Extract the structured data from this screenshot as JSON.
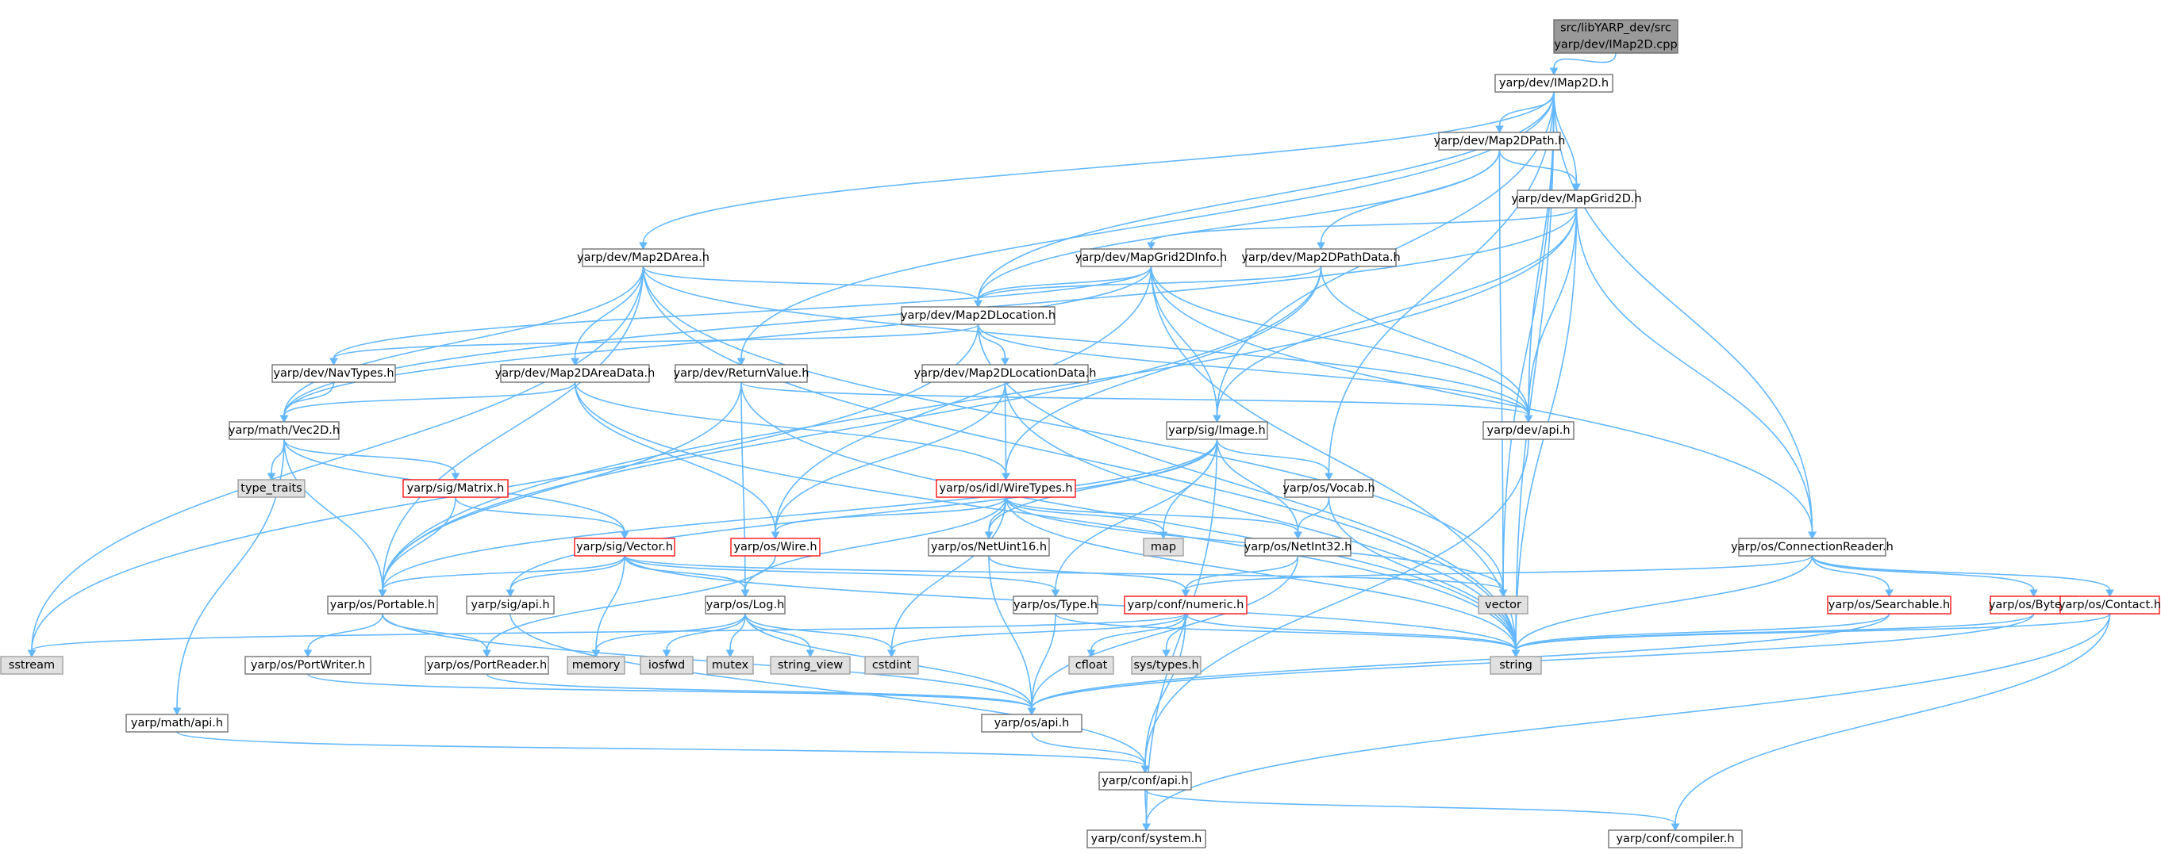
{
  "colors": {
    "edge": "#63b8ff",
    "normal_border": "#666666",
    "normal_fill": "#ffffff",
    "truncated_border": "#ff0000",
    "external_fill": "#e0e0e0",
    "external_border": "#999999",
    "root_fill": "#999999",
    "root_border": "#666666"
  },
  "nodes": [
    {
      "id": "root",
      "lines": [
        "src/libYARP_dev/src",
        "yarp/dev/IMap2D.cpp"
      ],
      "kind": "root"
    },
    {
      "id": "imap2d",
      "lines": [
        "yarp/dev/IMap2D.h"
      ],
      "kind": "normal"
    },
    {
      "id": "map2dpath",
      "lines": [
        "yarp/dev/Map2DPath.h"
      ],
      "kind": "normal"
    },
    {
      "id": "mapgrid2d",
      "lines": [
        "yarp/dev/MapGrid2D.h"
      ],
      "kind": "normal"
    },
    {
      "id": "map2darea",
      "lines": [
        "yarp/dev/Map2DArea.h"
      ],
      "kind": "normal"
    },
    {
      "id": "mapgrid2dinfo",
      "lines": [
        "yarp/dev/MapGrid2DInfo.h"
      ],
      "kind": "normal"
    },
    {
      "id": "map2dpathdata",
      "lines": [
        "yarp/dev/Map2DPathData.h"
      ],
      "kind": "normal"
    },
    {
      "id": "map2dlocation",
      "lines": [
        "yarp/dev/Map2DLocation.h"
      ],
      "kind": "normal"
    },
    {
      "id": "navtypes",
      "lines": [
        "yarp/dev/NavTypes.h"
      ],
      "kind": "normal"
    },
    {
      "id": "map2dareadata",
      "lines": [
        "yarp/dev/Map2DAreaData.h"
      ],
      "kind": "normal"
    },
    {
      "id": "returnvalue",
      "lines": [
        "yarp/dev/ReturnValue.h"
      ],
      "kind": "normal"
    },
    {
      "id": "map2dlocationdata",
      "lines": [
        "yarp/dev/Map2DLocationData.h"
      ],
      "kind": "normal"
    },
    {
      "id": "devapi",
      "lines": [
        "yarp/dev/api.h"
      ],
      "kind": "normal"
    },
    {
      "id": "vec2d",
      "lines": [
        "yarp/math/Vec2D.h"
      ],
      "kind": "normal"
    },
    {
      "id": "typetraits",
      "lines": [
        "type_traits"
      ],
      "kind": "external"
    },
    {
      "id": "matrix",
      "lines": [
        "yarp/sig/Matrix.h"
      ],
      "kind": "truncated"
    },
    {
      "id": "image",
      "lines": [
        "yarp/sig/Image.h"
      ],
      "kind": "normal"
    },
    {
      "id": "wiretypes",
      "lines": [
        "yarp/os/idl/WireTypes.h"
      ],
      "kind": "truncated"
    },
    {
      "id": "vocab",
      "lines": [
        "yarp/os/Vocab.h"
      ],
      "kind": "normal"
    },
    {
      "id": "connectionreader",
      "lines": [
        "yarp/os/ConnectionReader.h"
      ],
      "kind": "normal"
    },
    {
      "id": "map",
      "lines": [
        "map"
      ],
      "kind": "external"
    },
    {
      "id": "wire",
      "lines": [
        "yarp/os/Wire.h"
      ],
      "kind": "truncated"
    },
    {
      "id": "netuint16",
      "lines": [
        "yarp/os/NetUint16.h"
      ],
      "kind": "normal"
    },
    {
      "id": "netint32",
      "lines": [
        "yarp/os/NetInt32.h"
      ],
      "kind": "normal"
    },
    {
      "id": "vector",
      "lines": [
        "vector"
      ],
      "kind": "external"
    },
    {
      "id": "sigvector",
      "lines": [
        "yarp/sig/Vector.h"
      ],
      "kind": "truncated"
    },
    {
      "id": "portable",
      "lines": [
        "yarp/os/Portable.h"
      ],
      "kind": "normal"
    },
    {
      "id": "sigapi",
      "lines": [
        "yarp/sig/api.h"
      ],
      "kind": "normal"
    },
    {
      "id": "log",
      "lines": [
        "yarp/os/Log.h"
      ],
      "kind": "normal"
    },
    {
      "id": "type",
      "lines": [
        "yarp/os/Type.h"
      ],
      "kind": "normal"
    },
    {
      "id": "numeric",
      "lines": [
        "yarp/conf/numeric.h"
      ],
      "kind": "truncated"
    },
    {
      "id": "searchable",
      "lines": [
        "yarp/os/Searchable.h"
      ],
      "kind": "truncated"
    },
    {
      "id": "bytes",
      "lines": [
        "yarp/os/Bytes.h"
      ],
      "kind": "truncated"
    },
    {
      "id": "contact",
      "lines": [
        "yarp/os/Contact.h"
      ],
      "kind": "truncated"
    },
    {
      "id": "sstream",
      "lines": [
        "sstream"
      ],
      "kind": "external"
    },
    {
      "id": "portwriter",
      "lines": [
        "yarp/os/PortWriter.h"
      ],
      "kind": "normal"
    },
    {
      "id": "portreader",
      "lines": [
        "yarp/os/PortReader.h"
      ],
      "kind": "normal"
    },
    {
      "id": "memory",
      "lines": [
        "memory"
      ],
      "kind": "external"
    },
    {
      "id": "iosfwd",
      "lines": [
        "iosfwd"
      ],
      "kind": "external"
    },
    {
      "id": "mutex",
      "lines": [
        "mutex"
      ],
      "kind": "external"
    },
    {
      "id": "stringview",
      "lines": [
        "string_view"
      ],
      "kind": "external"
    },
    {
      "id": "cstdint",
      "lines": [
        "cstdint"
      ],
      "kind": "external"
    },
    {
      "id": "cfloat",
      "lines": [
        "cfloat"
      ],
      "kind": "external"
    },
    {
      "id": "systypes",
      "lines": [
        "sys/types.h"
      ],
      "kind": "external"
    },
    {
      "id": "string",
      "lines": [
        "string"
      ],
      "kind": "external"
    },
    {
      "id": "mathapi",
      "lines": [
        "yarp/math/api.h"
      ],
      "kind": "normal"
    },
    {
      "id": "osapi",
      "lines": [
        "yarp/os/api.h"
      ],
      "kind": "normal"
    },
    {
      "id": "confapi",
      "lines": [
        "yarp/conf/api.h"
      ],
      "kind": "normal"
    },
    {
      "id": "system",
      "lines": [
        "yarp/conf/system.h"
      ],
      "kind": "normal"
    },
    {
      "id": "compiler",
      "lines": [
        "yarp/conf/compiler.h"
      ],
      "kind": "normal"
    }
  ],
  "edges": [
    [
      "root",
      "imap2d"
    ],
    [
      "imap2d",
      "map2dpath"
    ],
    [
      "imap2d",
      "mapgrid2d"
    ],
    [
      "imap2d",
      "map2darea"
    ],
    [
      "imap2d",
      "map2dlocation"
    ],
    [
      "imap2d",
      "returnvalue"
    ],
    [
      "imap2d",
      "image"
    ],
    [
      "imap2d",
      "devapi"
    ],
    [
      "imap2d",
      "vocab"
    ],
    [
      "imap2d",
      "connectionreader"
    ],
    [
      "imap2d",
      "vector"
    ],
    [
      "imap2d",
      "string"
    ],
    [
      "map2dpath",
      "mapgrid2d"
    ],
    [
      "map2dpath",
      "map2dpathdata"
    ],
    [
      "map2dpath",
      "map2dlocation"
    ],
    [
      "map2dpath",
      "vector"
    ],
    [
      "mapgrid2d",
      "mapgrid2dinfo"
    ],
    [
      "mapgrid2d",
      "image"
    ],
    [
      "mapgrid2d",
      "devapi"
    ],
    [
      "mapgrid2d",
      "connectionreader"
    ],
    [
      "mapgrid2d",
      "string"
    ],
    [
      "mapgrid2d",
      "portable"
    ],
    [
      "mapgrid2d",
      "vec2d"
    ],
    [
      "map2darea",
      "map2dlocation"
    ],
    [
      "map2darea",
      "map2dareadata"
    ],
    [
      "map2darea",
      "devapi"
    ],
    [
      "map2darea",
      "vec2d"
    ],
    [
      "map2darea",
      "vector"
    ],
    [
      "map2darea",
      "string"
    ],
    [
      "map2darea",
      "sstream"
    ],
    [
      "map2darea",
      "portable"
    ],
    [
      "mapgrid2dinfo",
      "map2dlocation"
    ],
    [
      "mapgrid2dinfo",
      "image"
    ],
    [
      "mapgrid2dinfo",
      "devapi"
    ],
    [
      "mapgrid2dinfo",
      "navtypes"
    ],
    [
      "mapgrid2dinfo",
      "wire"
    ],
    [
      "mapgrid2dinfo",
      "string"
    ],
    [
      "mapgrid2dinfo",
      "connectionreader"
    ],
    [
      "mapgrid2dinfo",
      "vec2d"
    ],
    [
      "map2dpathdata",
      "map2dlocation"
    ],
    [
      "map2dpathdata",
      "wiretypes"
    ],
    [
      "map2dpathdata",
      "devapi"
    ],
    [
      "map2dpathdata",
      "portable"
    ],
    [
      "map2dlocation",
      "map2dlocationdata"
    ],
    [
      "map2dlocation",
      "navtypes"
    ],
    [
      "map2dlocation",
      "devapi"
    ],
    [
      "map2dlocation",
      "string"
    ],
    [
      "map2dlocation",
      "sstream"
    ],
    [
      "navtypes",
      "vec2d"
    ],
    [
      "map2dareadata",
      "vec2d"
    ],
    [
      "map2dareadata",
      "wiretypes"
    ],
    [
      "map2dareadata",
      "wire"
    ],
    [
      "map2dareadata",
      "string"
    ],
    [
      "returnvalue",
      "devapi"
    ],
    [
      "returnvalue",
      "log"
    ],
    [
      "returnvalue",
      "portable"
    ],
    [
      "returnvalue",
      "string"
    ],
    [
      "map2dlocationdata",
      "wiretypes"
    ],
    [
      "map2dlocationdata",
      "wire"
    ],
    [
      "map2dlocationdata",
      "string"
    ],
    [
      "devapi",
      "confapi"
    ],
    [
      "vec2d",
      "typetraits"
    ],
    [
      "vec2d",
      "matrix"
    ],
    [
      "vec2d",
      "sigvector"
    ],
    [
      "vec2d",
      "portable"
    ],
    [
      "vec2d",
      "mathapi"
    ],
    [
      "matrix",
      "sigvector"
    ],
    [
      "matrix",
      "portable"
    ],
    [
      "image",
      "vocab"
    ],
    [
      "image",
      "netint32"
    ],
    [
      "image",
      "netuint16"
    ],
    [
      "image",
      "map"
    ],
    [
      "image",
      "portable"
    ],
    [
      "image",
      "sigapi"
    ],
    [
      "image",
      "type"
    ],
    [
      "image",
      "system"
    ],
    [
      "wiretypes",
      "wire"
    ],
    [
      "wiretypes",
      "netuint16"
    ],
    [
      "wiretypes",
      "netint32"
    ],
    [
      "wiretypes",
      "log"
    ],
    [
      "wiretypes",
      "vector"
    ],
    [
      "wiretypes",
      "string"
    ],
    [
      "wiretypes",
      "cstdint"
    ],
    [
      "wiretypes",
      "map"
    ],
    [
      "vocab",
      "netint32"
    ],
    [
      "vocab",
      "string"
    ],
    [
      "connectionreader",
      "searchable"
    ],
    [
      "connectionreader",
      "bytes"
    ],
    [
      "connectionreader",
      "contact"
    ],
    [
      "connectionreader",
      "numeric"
    ],
    [
      "connectionreader",
      "string"
    ],
    [
      "wire",
      "portreader"
    ],
    [
      "netuint16",
      "osapi"
    ],
    [
      "netuint16",
      "numeric"
    ],
    [
      "netint32",
      "osapi"
    ],
    [
      "netint32",
      "numeric"
    ],
    [
      "sigvector",
      "portable"
    ],
    [
      "sigvector",
      "log"
    ],
    [
      "sigvector",
      "sigapi"
    ],
    [
      "sigvector",
      "type"
    ],
    [
      "sigvector",
      "memory"
    ],
    [
      "sigvector",
      "vector"
    ],
    [
      "sigvector",
      "string"
    ],
    [
      "portable",
      "portwriter"
    ],
    [
      "portable",
      "portreader"
    ],
    [
      "portable",
      "osapi"
    ],
    [
      "sigapi",
      "confapi"
    ],
    [
      "log",
      "memory"
    ],
    [
      "log",
      "iosfwd"
    ],
    [
      "log",
      "mutex"
    ],
    [
      "log",
      "stringview"
    ],
    [
      "log",
      "cstdint"
    ],
    [
      "log",
      "osapi"
    ],
    [
      "type",
      "osapi"
    ],
    [
      "type",
      "string"
    ],
    [
      "numeric",
      "sstream"
    ],
    [
      "numeric",
      "cstdint"
    ],
    [
      "numeric",
      "cfloat"
    ],
    [
      "numeric",
      "systypes"
    ],
    [
      "numeric",
      "string"
    ],
    [
      "numeric",
      "confapi"
    ],
    [
      "searchable",
      "osapi"
    ],
    [
      "searchable",
      "string"
    ],
    [
      "bytes",
      "osapi"
    ],
    [
      "bytes",
      "string"
    ],
    [
      "contact",
      "string"
    ],
    [
      "contact",
      "system"
    ],
    [
      "contact",
      "compiler"
    ],
    [
      "portwriter",
      "osapi"
    ],
    [
      "portreader",
      "osapi"
    ],
    [
      "mathapi",
      "confapi"
    ],
    [
      "osapi",
      "confapi"
    ],
    [
      "confapi",
      "system"
    ],
    [
      "confapi",
      "compiler"
    ]
  ]
}
